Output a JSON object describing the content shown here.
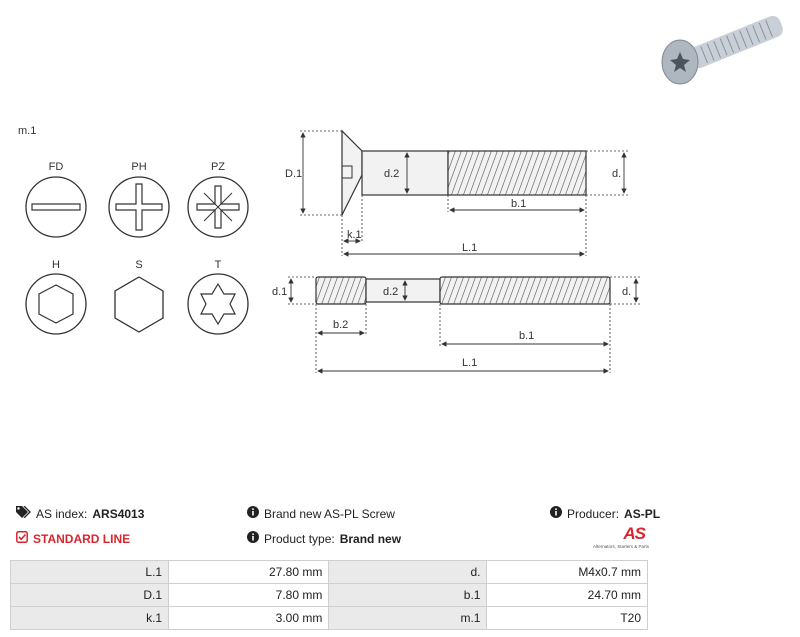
{
  "diagram": {
    "head_label": "m.1",
    "drives": [
      {
        "label": "FD"
      },
      {
        "label": "PH"
      },
      {
        "label": "PZ"
      },
      {
        "label": "H"
      },
      {
        "label": "S"
      },
      {
        "label": "T"
      }
    ],
    "dims_top": {
      "D1": "D.1",
      "d2": "d.2",
      "d": "d.",
      "b1": "b.1",
      "k1": "k.1",
      "L1": "L.1"
    },
    "dims_bottom": {
      "d1": "d.1",
      "d2": "d.2",
      "d": "d.",
      "b2": "b.2",
      "b1": "b.1",
      "L1": "L.1"
    }
  },
  "info": {
    "as_index_label": "AS index:",
    "as_index_value": "ARS4013",
    "line": "STANDARD LINE",
    "description": "Brand new AS-PL Screw",
    "product_type_label": "Product type:",
    "product_type_value": "Brand new",
    "producer_label": "Producer:",
    "producer_value": "AS-PL",
    "logo_text": "AS",
    "logo_tagline": "Alternators, Starters & Parts"
  },
  "specs": [
    {
      "l1": "L.1",
      "v1": "27.80 mm",
      "l2": "d.",
      "v2": "M4x0.7 mm"
    },
    {
      "l1": "D.1",
      "v1": "7.80 mm",
      "l2": "b.1",
      "v2": "24.70 mm"
    },
    {
      "l1": "k.1",
      "v1": "3.00 mm",
      "l2": "m.1",
      "v2": "T20"
    }
  ],
  "colors": {
    "accent_red": "#d8262f",
    "label_bg": "#eaeaea"
  }
}
